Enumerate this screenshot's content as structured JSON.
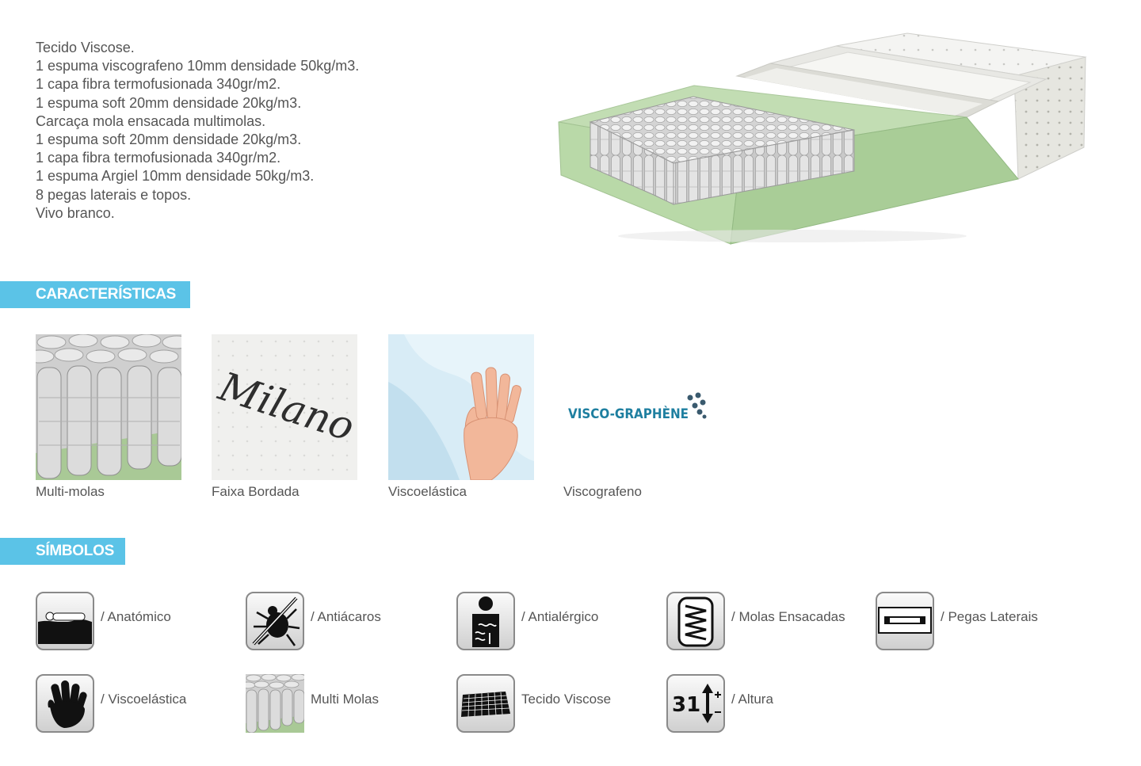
{
  "spec_lines": [
    "Tecido Viscose.",
    "1 espuma viscografeno 10mm densidade 50kg/m3.",
    "1 capa fibra termofusionada 340gr/m2.",
    "1 espuma soft 20mm densidade 20kg/m3.",
    "Carcaça mola ensacada multimolas.",
    "1 espuma soft 20mm densidade 20kg/m3.",
    "1 capa fibra termofusionada 340gr/m2.",
    "1 espuma Argiel 10mm densidade 50kg/m3.",
    "8 pegas laterais e topos.",
    "Vivo branco."
  ],
  "sections": {
    "caracteristicas": "CARACTERÍSTICAS",
    "simbolos": "SÍMBOLOS"
  },
  "features": [
    {
      "caption": "Multi-molas",
      "icon": "springs-image"
    },
    {
      "caption": "Faixa Bordada",
      "icon": "embroidered-band-image",
      "embroidery": "Milano"
    },
    {
      "caption": "Viscoelástica",
      "icon": "hand-foam-image"
    },
    {
      "caption": "Viscografeno",
      "icon": "visco-graphene-logo",
      "logo_text": "VISCO-GRAPHÈNE"
    }
  ],
  "symbols": [
    {
      "label": "/ Anatómico",
      "icon": "anatomic-icon"
    },
    {
      "label": "/ Antiácaros",
      "icon": "anti-mite-icon"
    },
    {
      "label": "/ Antialérgico",
      "icon": "anti-allergic-icon"
    },
    {
      "label": "/ Molas Ensacadas",
      "icon": "pocket-springs-icon"
    },
    {
      "label": "/ Pegas Laterais",
      "icon": "side-handles-icon"
    },
    {
      "label": "/ Viscoelástica",
      "icon": "viscoelastic-hand-icon"
    },
    {
      "label": "Multi Molas",
      "icon": "multi-springs-icon"
    },
    {
      "label": "Tecido Viscose",
      "icon": "viscose-fabric-icon"
    },
    {
      "label": "/ Altura",
      "icon": "height-icon",
      "height_value": "31"
    }
  ],
  "colors": {
    "accent": "#5bc3e7",
    "foam_green": "#b9d9a8",
    "text": "#555555",
    "logo_blue": "#1e7fa0"
  }
}
